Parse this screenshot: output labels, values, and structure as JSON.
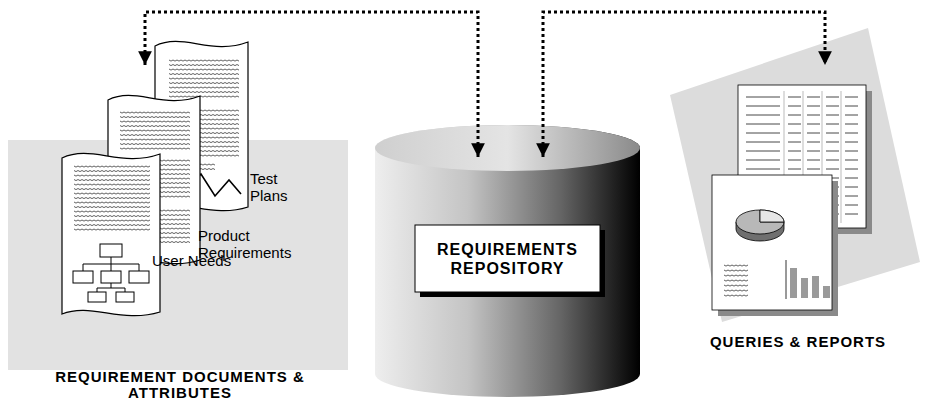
{
  "diagram": {
    "nodes": [
      {
        "text": [
          "REQUIREMENT DOCUMENTS & ATTRIBUTES"
        ]
      },
      {
        "text": [
          "Test Plans"
        ],
        "in": 0
      },
      {
        "text": [
          "Product Requirements"
        ],
        "in": 0
      },
      {
        "text": [
          "User Needs"
        ],
        "in": 0
      },
      {
        "text": [
          "REQUIREMENTS REPOSITORY"
        ]
      },
      {
        "text": [
          "QUERIES & REPORTS"
        ]
      }
    ],
    "edges": [
      {
        "from": 4,
        "to": 0,
        "arrow": "both"
      },
      {
        "from": 4,
        "to": 5,
        "arrow": "both"
      }
    ]
  }
}
